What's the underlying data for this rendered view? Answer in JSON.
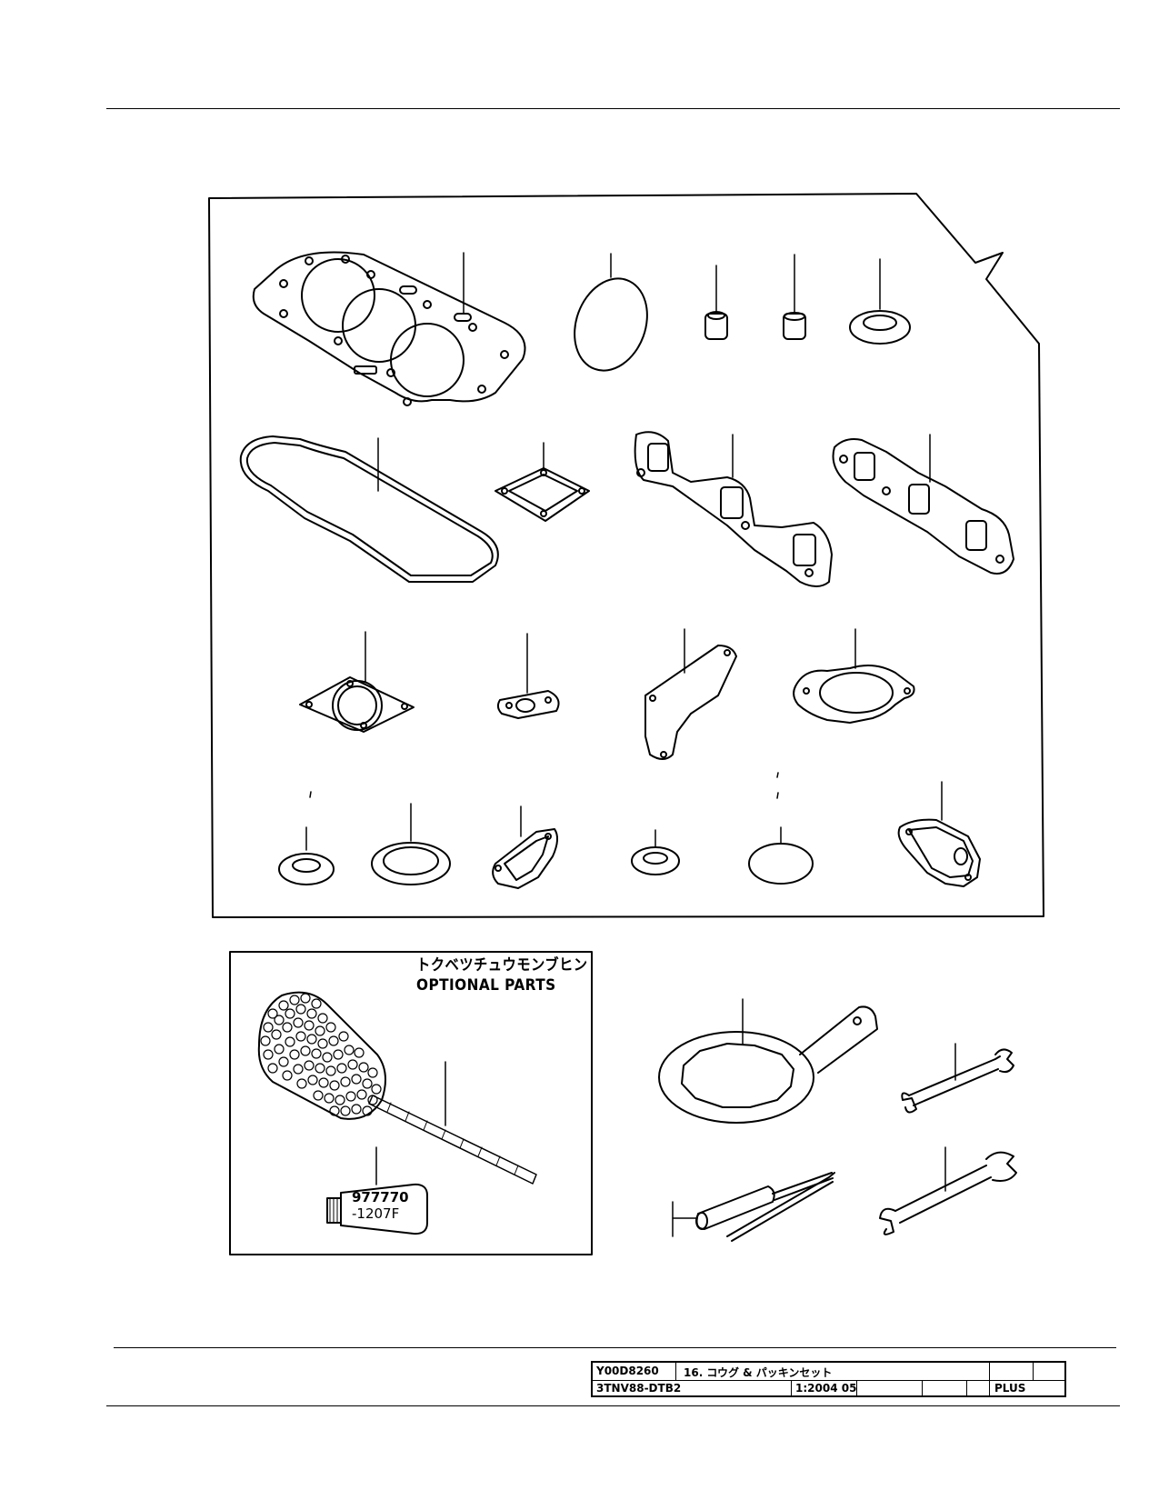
{
  "optional_parts": {
    "heading_jp": "トクベツチュウモンブヒン",
    "heading_en": "OPTIONAL PARTS"
  },
  "sealant_tube": {
    "label_line1": "977770",
    "label_line2": "-1207F"
  },
  "title_block": {
    "drawing_no": "Y00D8260",
    "section_title": "16. コウグ & パッキンセット",
    "model": "3TNV88-DTB2",
    "date": "1:2004 05",
    "edition": "PLUS"
  }
}
